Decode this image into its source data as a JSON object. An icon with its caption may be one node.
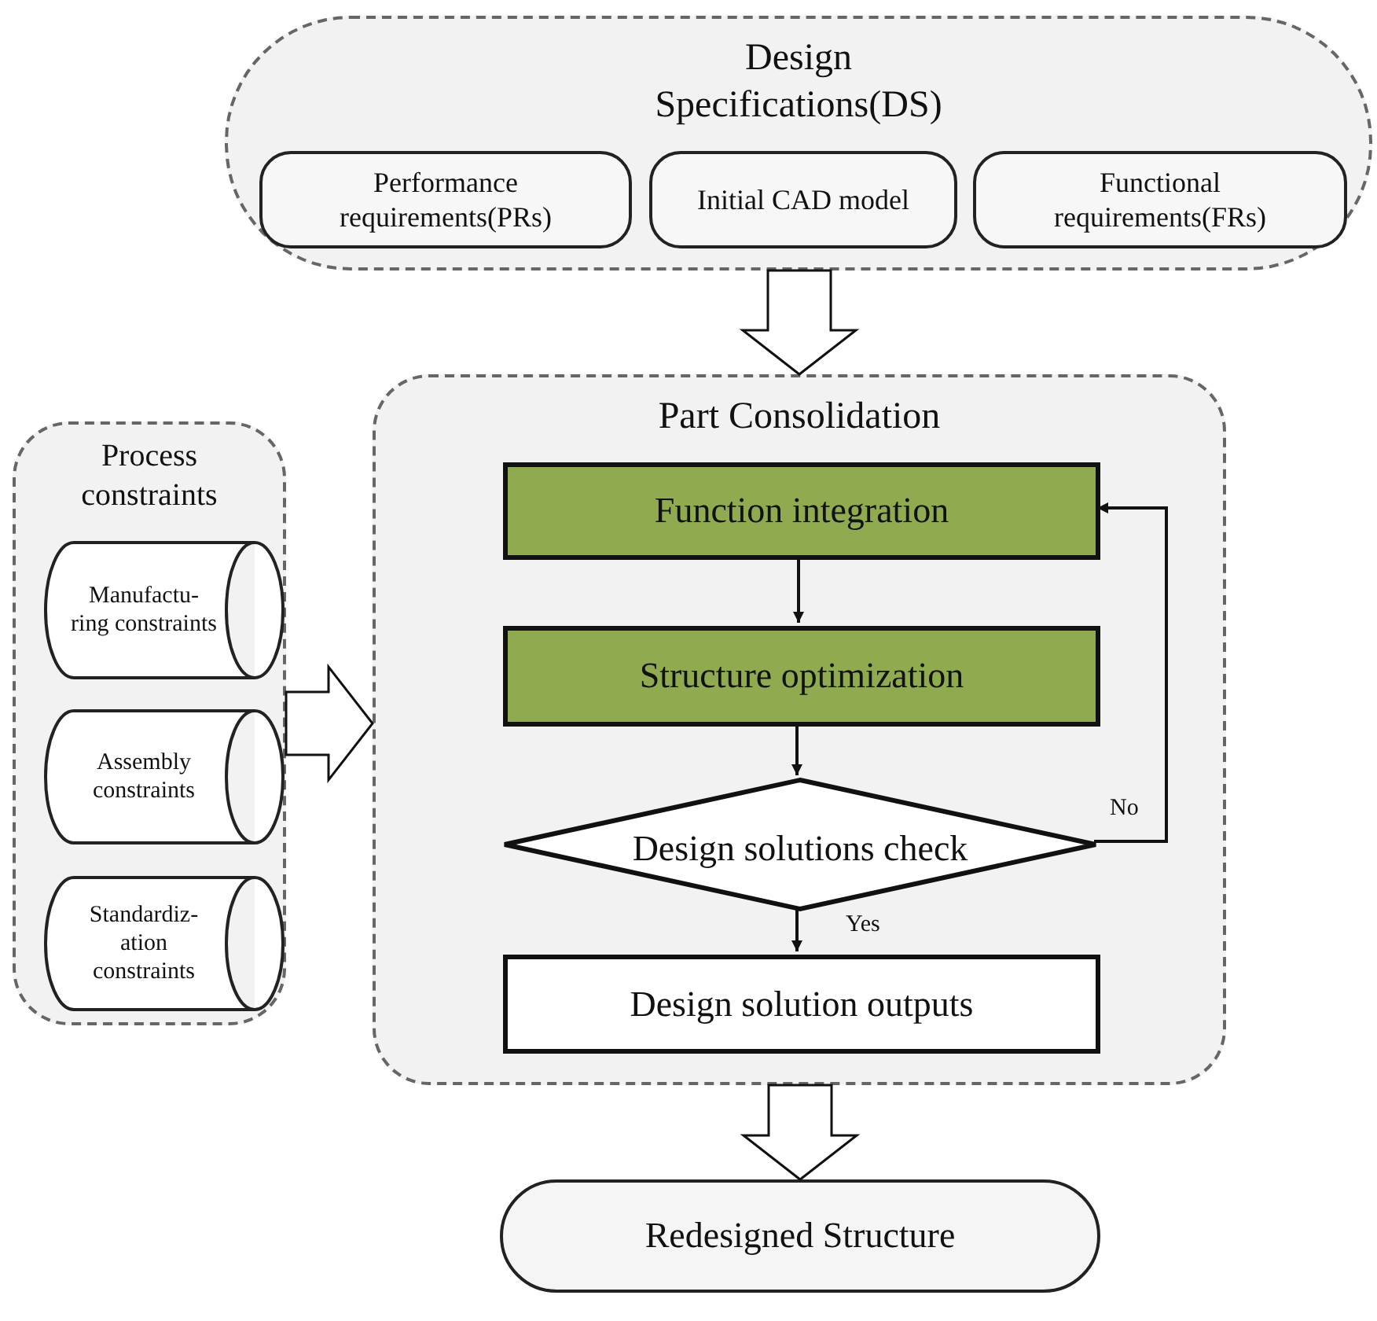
{
  "diagram": {
    "nodes": [
      {
        "text": [
          "Design Specifications(DS)"
        ]
      },
      {
        "text": [
          "Performance requirements(PRs)"
        ],
        "in": 0
      },
      {
        "text": [
          "Initial CAD model"
        ],
        "in": 0
      },
      {
        "text": [
          "Functional requirements(FRs)"
        ],
        "in": 0
      },
      {
        "text": [
          "Process constraints"
        ]
      },
      {
        "text": [
          "Manufactu- ring constraints"
        ],
        "in": 4
      },
      {
        "text": [
          "Assembly constraints"
        ],
        "in": 4
      },
      {
        "text": [
          "Standardiz- ation constraints"
        ],
        "in": 4
      },
      {
        "text": [
          "Part Consolidation"
        ]
      },
      {
        "text": [
          "Function integration"
        ],
        "in": 8
      },
      {
        "text": [
          "Structure optimization"
        ],
        "in": 8
      },
      {
        "text": [
          "Design solutions check"
        ],
        "in": 8
      },
      {
        "text": [
          "Design solution outputs"
        ],
        "in": 8
      },
      {
        "text": [
          "Redesigned Structure"
        ]
      }
    ],
    "edges": [
      {
        "from": 0,
        "to": 8,
        "arrow": "to",
        "style": "thick"
      },
      {
        "from": 4,
        "to": 8,
        "arrow": "to",
        "style": "thick"
      },
      {
        "from": 9,
        "to": 10,
        "arrow": "to"
      },
      {
        "from": 10,
        "to": 11,
        "arrow": "to"
      },
      {
        "from": 11,
        "to": 12,
        "arrow": "to",
        "label": "Yes"
      },
      {
        "from": 11,
        "to": 9,
        "arrow": "to",
        "label": "No"
      },
      {
        "from": 8,
        "to": 13,
        "arrow": "to",
        "style": "thick"
      }
    ]
  }
}
